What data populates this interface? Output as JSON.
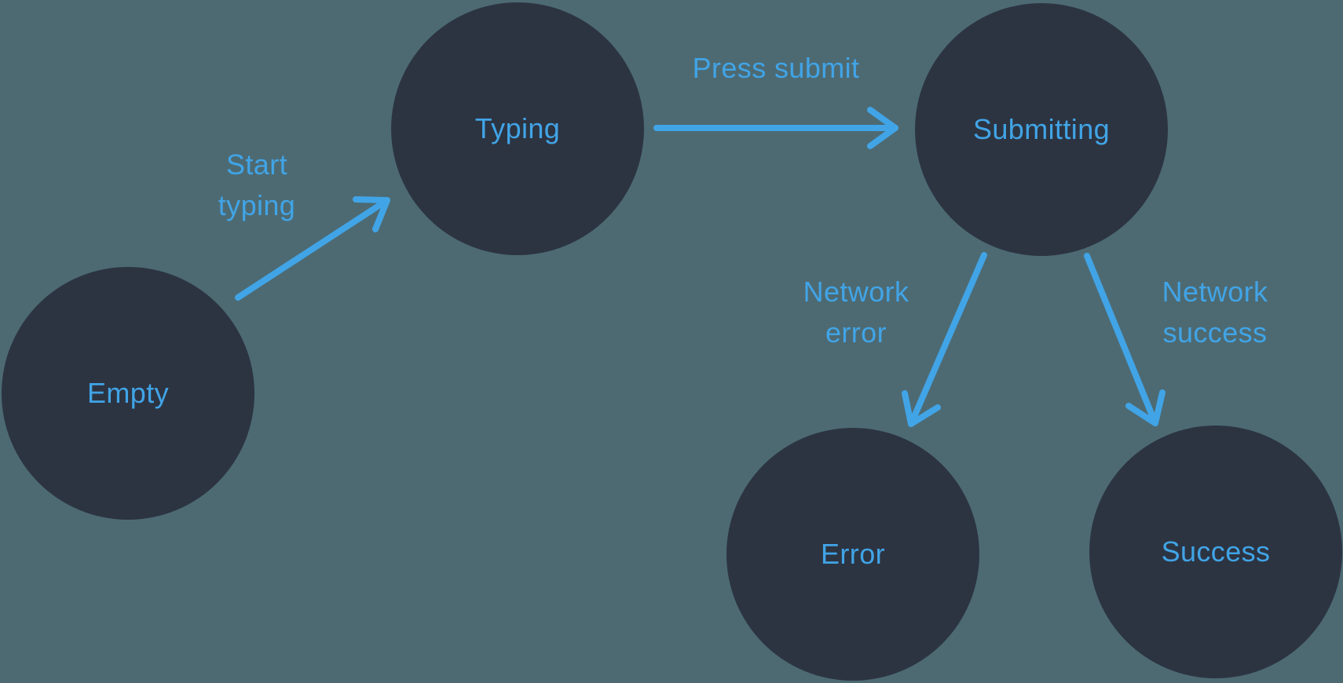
{
  "diagram": {
    "type": "state-machine",
    "nodes": [
      {
        "id": "empty",
        "label": "Empty"
      },
      {
        "id": "typing",
        "label": "Typing"
      },
      {
        "id": "submitting",
        "label": "Submitting"
      },
      {
        "id": "error",
        "label": "Error"
      },
      {
        "id": "success",
        "label": "Success"
      }
    ],
    "edges": [
      {
        "id": "start-typing",
        "from": "empty",
        "to": "typing",
        "label": "Start typing",
        "label_lines": [
          "Start",
          "typing"
        ]
      },
      {
        "id": "press-submit",
        "from": "typing",
        "to": "submitting",
        "label": "Press submit",
        "label_lines": [
          "Press submit"
        ]
      },
      {
        "id": "network-error",
        "from": "submitting",
        "to": "error",
        "label": "Network error",
        "label_lines": [
          "Network",
          "error"
        ]
      },
      {
        "id": "network-success",
        "from": "submitting",
        "to": "success",
        "label": "Network success",
        "label_lines": [
          "Network",
          "success"
        ]
      }
    ],
    "colors": {
      "background": "#4D6A73",
      "node_fill": "#2C3442",
      "accent": "#41A4E6"
    }
  }
}
